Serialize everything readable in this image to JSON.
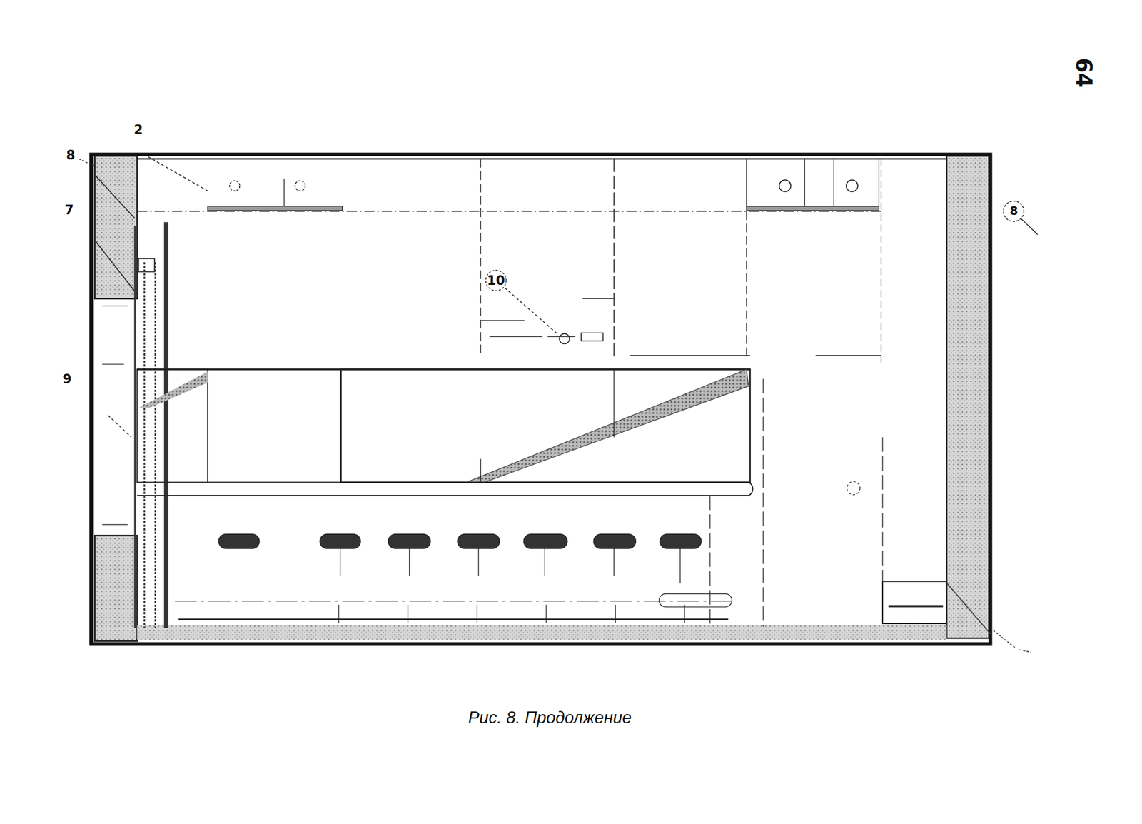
{
  "diagram": {
    "caption": "Рис. 8. Продолжение",
    "labels": [
      "64",
      "2",
      "8",
      "7",
      "9",
      "10",
      "8"
    ]
  }
}
